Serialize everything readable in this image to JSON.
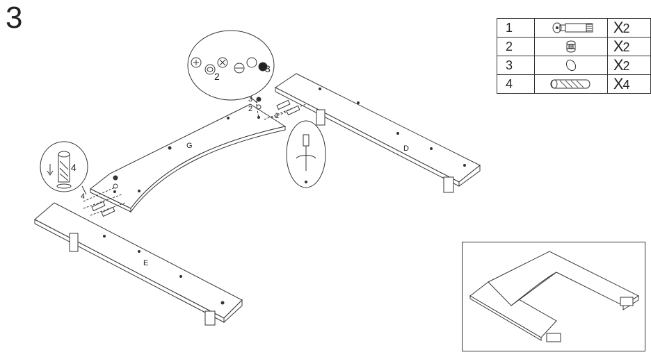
{
  "step": "3",
  "parts": [
    {
      "number": "1",
      "icon": "cam-bolt-icon",
      "quantity": "2"
    },
    {
      "number": "2",
      "icon": "cam-lock-icon",
      "quantity": "2"
    },
    {
      "number": "3",
      "icon": "cap-cover-icon",
      "quantity": "2"
    },
    {
      "number": "4",
      "icon": "wooden-dowel-icon",
      "quantity": "4"
    }
  ],
  "quantity_mark": "X",
  "panels": {
    "g": "G",
    "d": "D",
    "e": "E"
  },
  "callouts": {
    "detail_2": "2",
    "detail_3": "3",
    "label_3": "3",
    "label_2": "2",
    "label_1": "1",
    "label_4": "4",
    "dowel_detail_4": "4"
  }
}
